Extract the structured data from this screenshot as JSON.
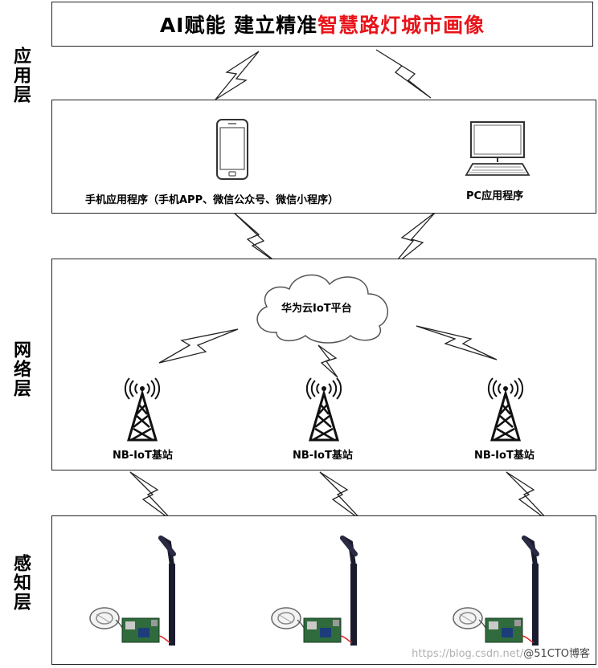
{
  "title": {
    "part1": "AI赋能  建立精准",
    "part2": "智慧路灯城市画像"
  },
  "layers": {
    "application": "应用层",
    "network": "网络层",
    "perception": "感知层"
  },
  "app": {
    "mobile_label": "手机应用程序（手机APP、微信公众号、微信小程序）",
    "pc_label": "PC应用程序"
  },
  "network": {
    "cloud_label": "华为云IoT平台",
    "stations": [
      "NB-IoT基站",
      "NB-IoT基站",
      "NB-IoT基站"
    ]
  },
  "watermark": {
    "url": "https://blog.csdn.net/",
    "site": "@51CTO博客"
  },
  "colors": {
    "title_accent": "#e8141a",
    "border": "#222222"
  }
}
